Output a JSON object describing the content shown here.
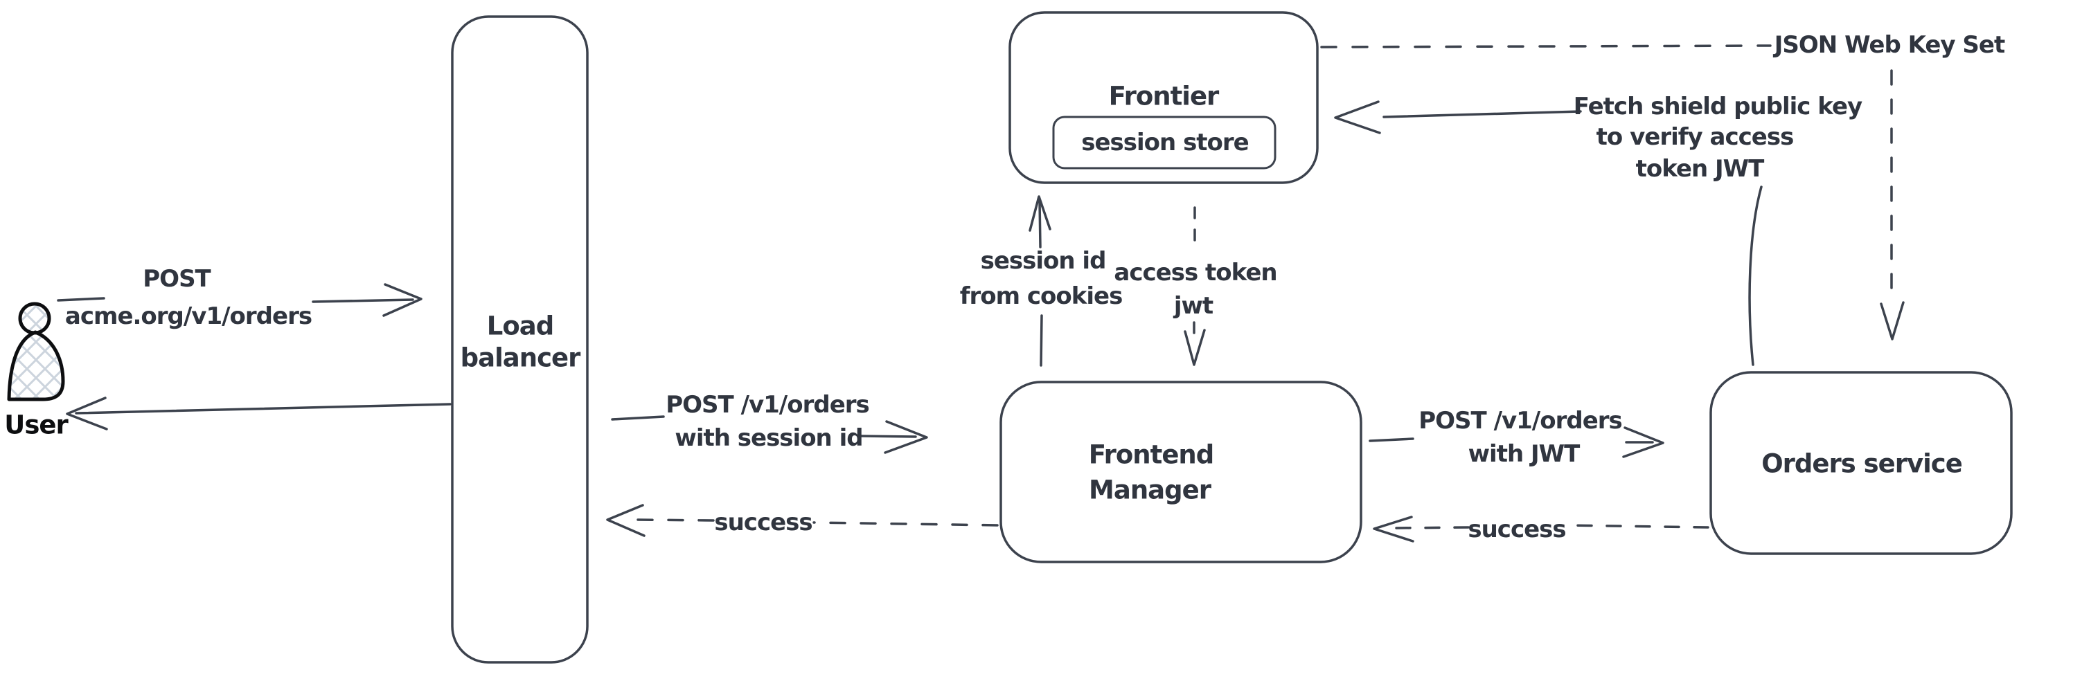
{
  "diagram": {
    "colors": {
      "background": "#ffffff",
      "stroke": "#3c424d",
      "text": "#30353f",
      "user_outline": "#0d0e10",
      "user_hatch": "#ccd4dd"
    },
    "nodes": {
      "user": {
        "label": "User"
      },
      "load_balancer": {
        "line1": "Load",
        "line2": "balancer"
      },
      "frontier": {
        "label": "Frontier"
      },
      "session_store": {
        "label": "session store"
      },
      "frontend_manager": {
        "line1": "Frontend",
        "line2": "Manager"
      },
      "orders_service": {
        "label": "Orders service"
      }
    },
    "edges": {
      "user_to_lb": {
        "line1": "POST",
        "line2": "acme.org/v1/orders",
        "style": "solid-arrow-right"
      },
      "lb_to_user": {
        "style": "solid-arrow-left"
      },
      "lb_to_fm": {
        "line1": "POST /v1/orders",
        "line2": "with session id",
        "style": "solid-arrow-right"
      },
      "fm_to_lb": {
        "label": "success",
        "style": "dashed-arrow-left"
      },
      "fm_to_frontier": {
        "line1": "session id",
        "line2": "from cookies",
        "style": "solid-arrow-up"
      },
      "frontier_to_fm": {
        "line1": "access token",
        "line2": "jwt",
        "style": "dashed-arrow-down"
      },
      "frontier_to_jwks": {
        "label": "JSON Web Key Set",
        "style": "dashed-line"
      },
      "jwks_to_orders": {
        "style": "dashed-arrow-down"
      },
      "orders_to_frontier": {
        "line1": "Fetch shield public key",
        "line2": "to verify access",
        "line3": "token JWT",
        "style": "solid-arrow-left"
      },
      "fm_to_orders": {
        "line1": "POST /v1/orders",
        "line2": "with JWT",
        "style": "solid-arrow-right"
      },
      "orders_to_fm": {
        "label": "success",
        "style": "dashed-arrow-left"
      }
    }
  }
}
